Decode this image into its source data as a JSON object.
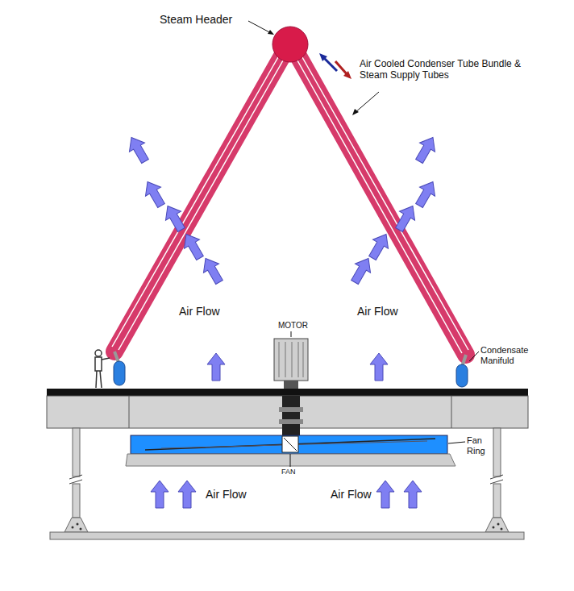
{
  "diagram": {
    "labels": [
      "Steam Header",
      "Air Cooled Condenser Tube Bundle & Steam Supply Tubes",
      "Air Flow",
      "Air Flow",
      "MOTOR",
      "Condensate Manifuld",
      "Fan Ring",
      "FAN",
      "Air Flow",
      "Air Flow"
    ]
  }
}
